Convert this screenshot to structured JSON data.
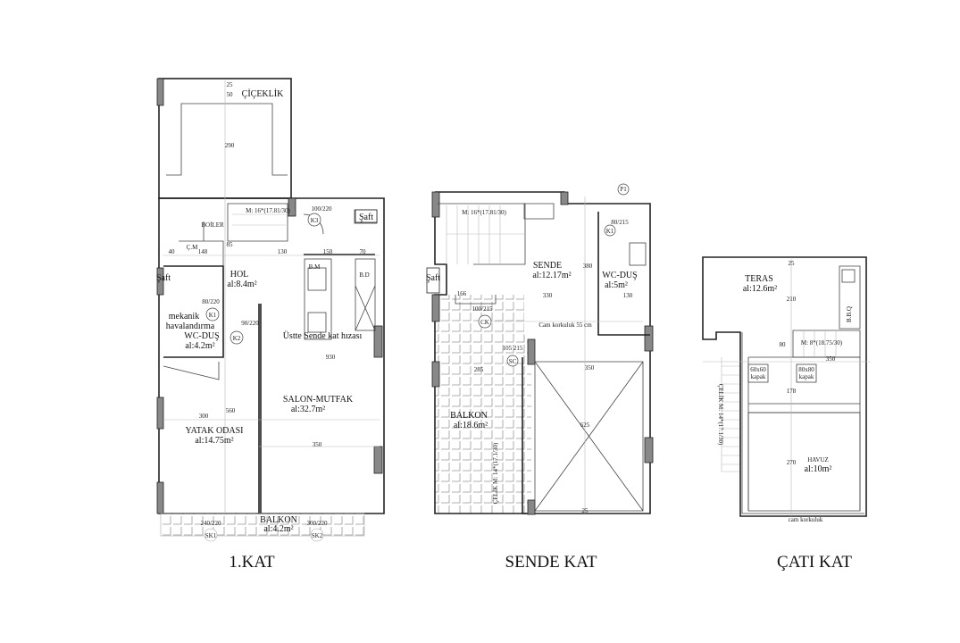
{
  "plans": {
    "first_floor": {
      "caption": "1.KAT",
      "rooms": {
        "cicelik": "ÇİÇEKLİK",
        "hol": "HOL",
        "hol_area": "al:8.4m²",
        "wc": "WC-DUŞ",
        "wc_area": "al:4.2m²",
        "mekanik": "mekanik",
        "havalandirma": "havalandırma",
        "yatak": "YATAK ODASI",
        "yatak_area": "al:14.75m²",
        "salon": "SALON-MUTFAK",
        "salon_area": "al:32.7m²",
        "balkon": "BALKON",
        "balkon_area": "al:4.2m²",
        "saft1": "Şaft",
        "saft2": "Şaft",
        "boiler": "BOİLER",
        "cm": "Ç.M",
        "bm": "B.M",
        "bd": "B.D",
        "ustte": "Üstte Sende kat hızası",
        "stair": "M: 16*(17.81/30)"
      },
      "doors": {
        "k3": "K3",
        "k3_size": "100/220",
        "k1": "K1",
        "k1_size": "80/220",
        "k2": "K2",
        "k2_size": "90/220",
        "sk1": "SK1",
        "sk2": "SK2",
        "sk1_size": "240/220",
        "sk2_size": "300/220"
      },
      "dims": {
        "d25": "25",
        "d50": "50",
        "d290": "290",
        "d130": "130",
        "d150": "150",
        "d70": "70",
        "d40": "40",
        "d148": "148",
        "d300": "300",
        "d560": "560",
        "d350": "350",
        "d930": "930",
        "d85": "85"
      }
    },
    "mezzanine": {
      "caption": "SENDE KAT",
      "rooms": {
        "sende": "SENDE",
        "sende_area": "al:12.17m²",
        "wc": "WC-DUŞ",
        "wc_area": "al:5m²",
        "balkon": "BALKON",
        "balkon_area": "al:18.6m²",
        "saft": "Şaft",
        "cam": "Cam korkuluk 55 cm",
        "stair": "M: 16*(17.81/30)",
        "celik": "ÇELİK M: 14*(17.1/30)",
        "p1": "P1"
      },
      "doors": {
        "k1": "K1",
        "k1_size": "80/215",
        "ck": "CK",
        "ck_size": "100/215",
        "sc": "SC",
        "sc_size": "105 215"
      },
      "dims": {
        "d330": "330",
        "d380": "380",
        "d166": "166",
        "d130": "130",
        "d285": "285",
        "d350": "350",
        "d625": "625",
        "d25": "25"
      }
    },
    "roof": {
      "caption": "ÇATI KAT",
      "rooms": {
        "teras": "TERAS",
        "teras_area": "al:12.6m²",
        "bbq": "B.B.Q",
        "stair": "M: 8*(18.75/30)",
        "celik": "ÇELİK M: 14*(17.1/30)",
        "kapak1": "60x60",
        "kapak1b": "kapak",
        "kapak2": "80x80",
        "kapak2b": "kapak",
        "havuz": "HAVUZ",
        "havuz_area": "al:10m²",
        "cam": "cam korkuluk"
      },
      "dims": {
        "d210": "210",
        "d350": "350",
        "d178": "178",
        "d270": "270",
        "d25": "25",
        "d80": "80"
      }
    }
  }
}
